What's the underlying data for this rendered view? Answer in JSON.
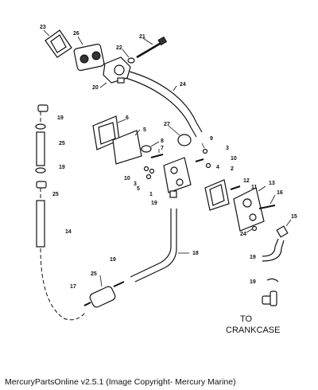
{
  "footer": {
    "text": "MercuryPartsOnline v2.5.1 (Image Copyright- Mercury Marine)"
  },
  "diagram": {
    "destination_line1": "TO",
    "destination_line2": "CRANKCASE",
    "callouts": [
      "23",
      "26",
      "22",
      "21",
      "20",
      "24",
      "19",
      "6",
      "25",
      "5",
      "27",
      "8",
      "7",
      "9",
      "3",
      "4",
      "10",
      "2",
      "19",
      "10",
      "3",
      "5",
      "1",
      "12",
      "11",
      "13",
      "16",
      "19",
      "25",
      "15",
      "14",
      "24",
      "18",
      "19",
      "25",
      "19",
      "19",
      "17"
    ]
  }
}
